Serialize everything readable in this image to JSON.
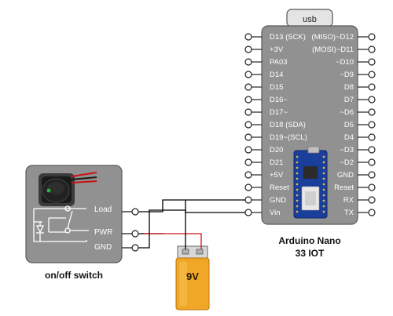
{
  "board": {
    "usb_label": "usb",
    "name_line1": "Arduino Nano",
    "name_line2": "33 IOT",
    "left_pins": [
      "D13 (SCK)",
      "+3V",
      "PA03",
      "D14",
      "D15",
      "D16~",
      "D17~",
      "D18  (SDA)",
      "D19~(SCL)",
      "D20",
      "D21",
      "+5V",
      "Reset",
      "GND",
      "Vin"
    ],
    "right_pins": [
      "(MISO)~D12",
      "(MOSI)~D11",
      "~D10",
      "~D9",
      "D8",
      "D7",
      "~D6",
      "D5",
      "D4",
      "~D3",
      "~D2",
      "GND",
      "Reset",
      "RX",
      "TX"
    ]
  },
  "switch": {
    "label": "on/off switch",
    "terminals": [
      "Load",
      "PWR",
      "GND"
    ]
  },
  "battery": {
    "label": "9V"
  },
  "colors": {
    "panel": "#919191",
    "wire": "#000000",
    "wire_red": "#cc1111",
    "battery_body": "#f0a726",
    "led": "#22bb44"
  }
}
